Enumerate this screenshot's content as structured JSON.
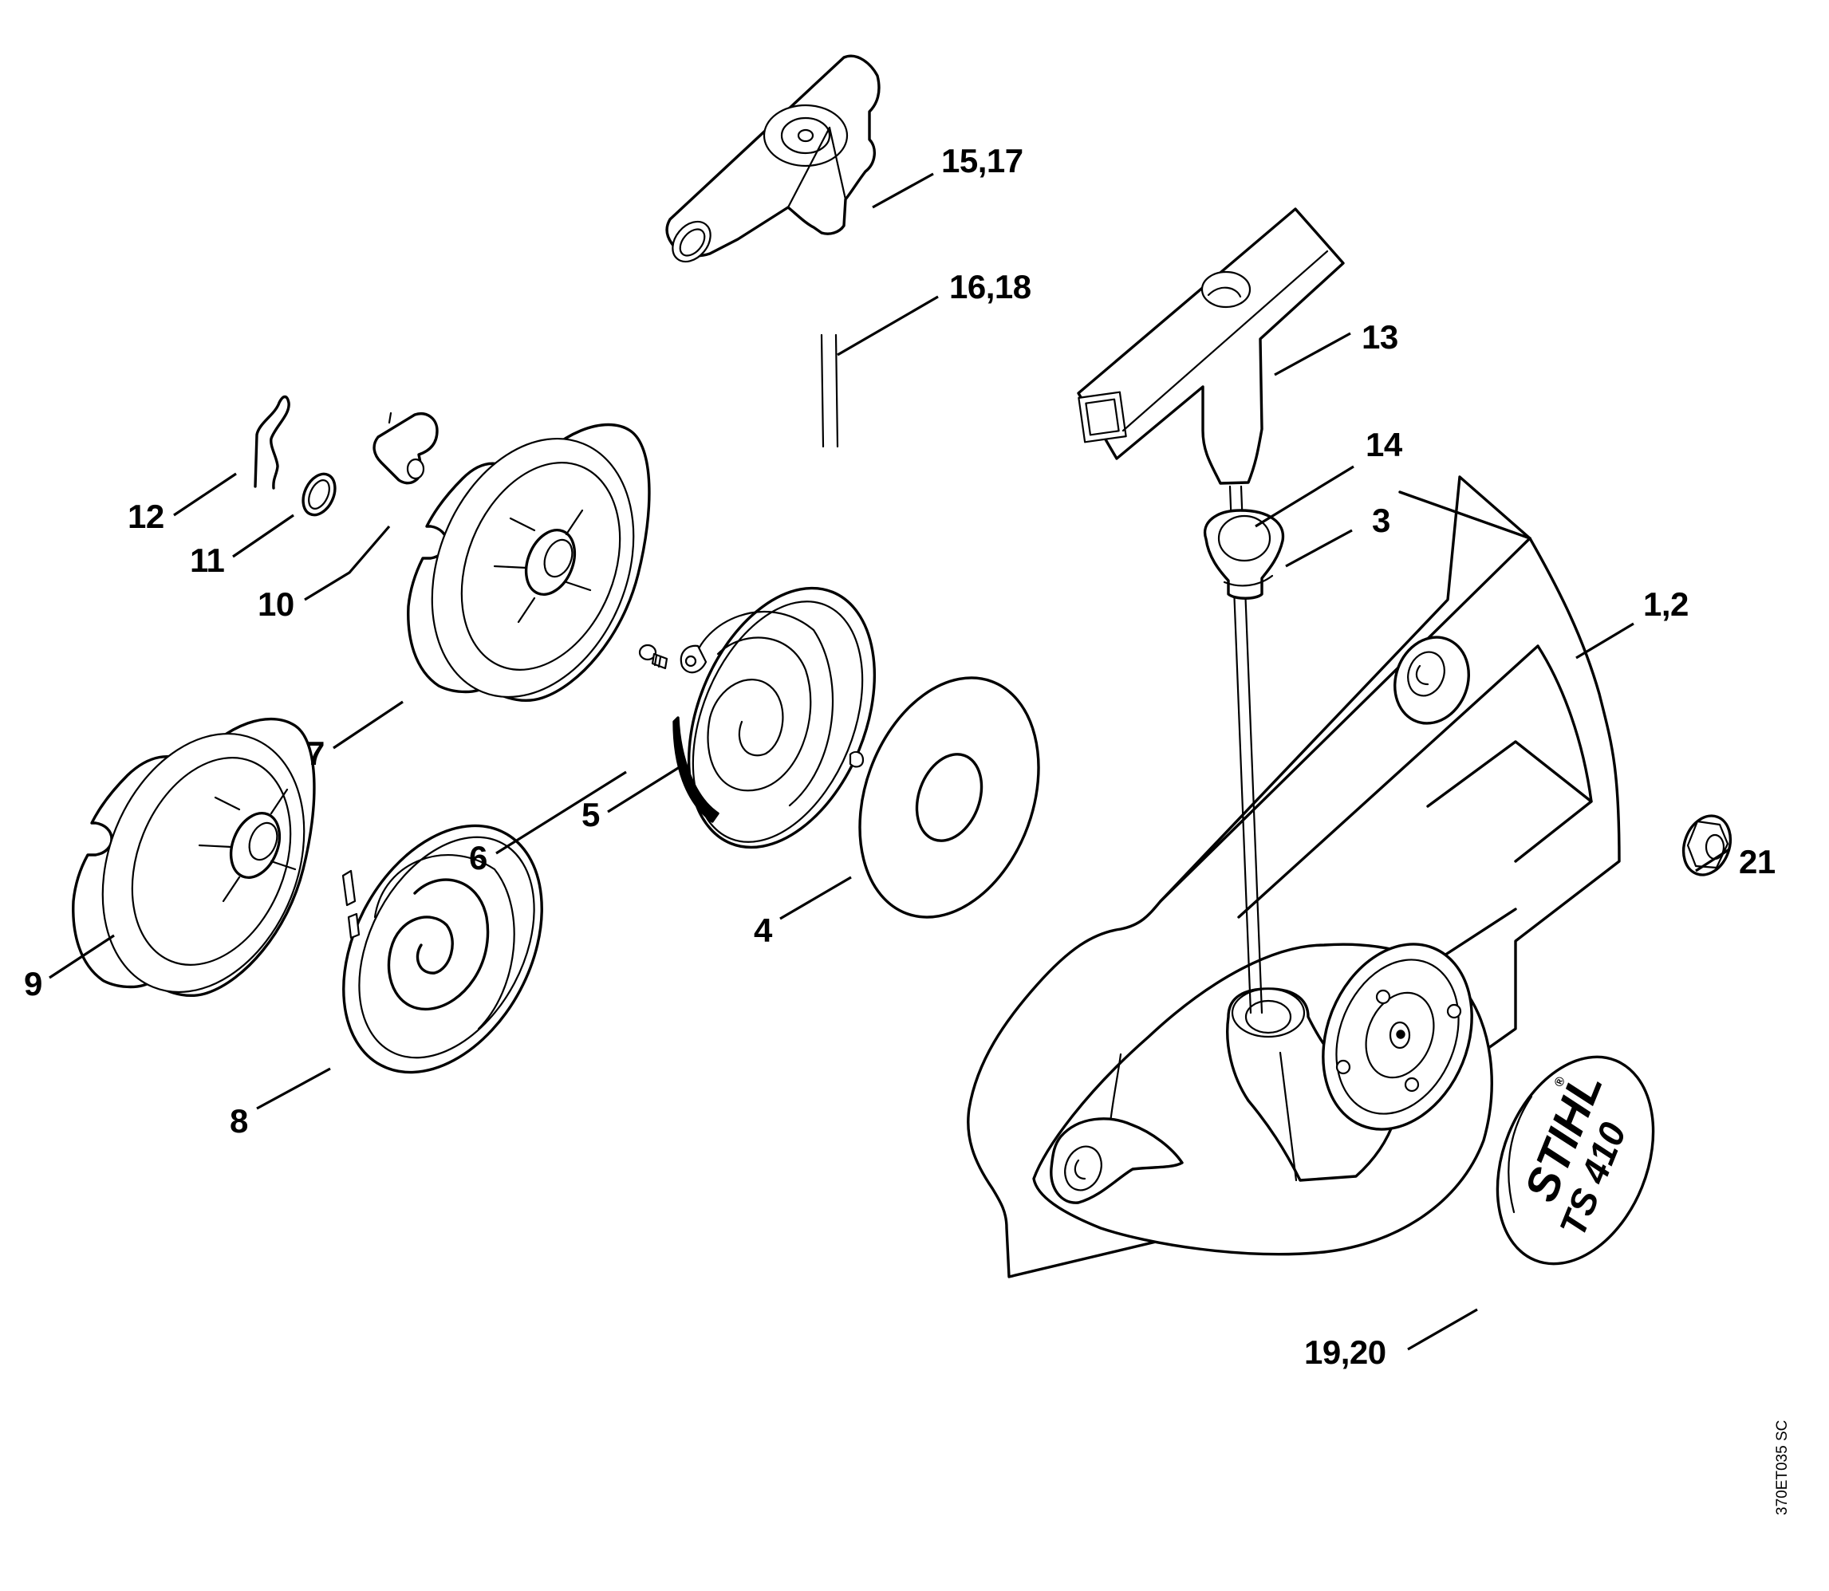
{
  "diagram": {
    "type": "exploded-parts-view",
    "subject": "Rewind starter assembly",
    "drawing_code": "370ET035 SC",
    "emblem": {
      "brand": "STIHL",
      "model": "TS 410",
      "registered_mark": "®"
    },
    "callouts": [
      {
        "id": "c-15-17",
        "label": "15,17",
        "part": "starter-grip-round"
      },
      {
        "id": "c-16-18",
        "label": "16,18",
        "part": "starter-rope-a"
      },
      {
        "id": "c-13",
        "label": "13",
        "part": "starter-grip-square"
      },
      {
        "id": "c-14",
        "label": "14",
        "part": "starter-rope-b"
      },
      {
        "id": "c-3",
        "label": "3",
        "part": "rope-guide-bush"
      },
      {
        "id": "c-1-2",
        "label": "1,2",
        "part": "fan-housing"
      },
      {
        "id": "c-21",
        "label": "21",
        "part": "collar-nut"
      },
      {
        "id": "c-19-20",
        "label": "19,20",
        "part": "model-emblem"
      },
      {
        "id": "c-12",
        "label": "12",
        "part": "spring-clip"
      },
      {
        "id": "c-11",
        "label": "11",
        "part": "washer-ring"
      },
      {
        "id": "c-10",
        "label": "10",
        "part": "pawl"
      },
      {
        "id": "c-7",
        "label": "7",
        "part": "rope-rotor-a"
      },
      {
        "id": "c-6",
        "label": "6",
        "part": "screw"
      },
      {
        "id": "c-5",
        "label": "5",
        "part": "spring-housing-assembly"
      },
      {
        "id": "c-4",
        "label": "4",
        "part": "washer-disc"
      },
      {
        "id": "c-9",
        "label": "9",
        "part": "rope-rotor-b"
      },
      {
        "id": "c-8",
        "label": "8",
        "part": "rewind-spring"
      }
    ]
  }
}
